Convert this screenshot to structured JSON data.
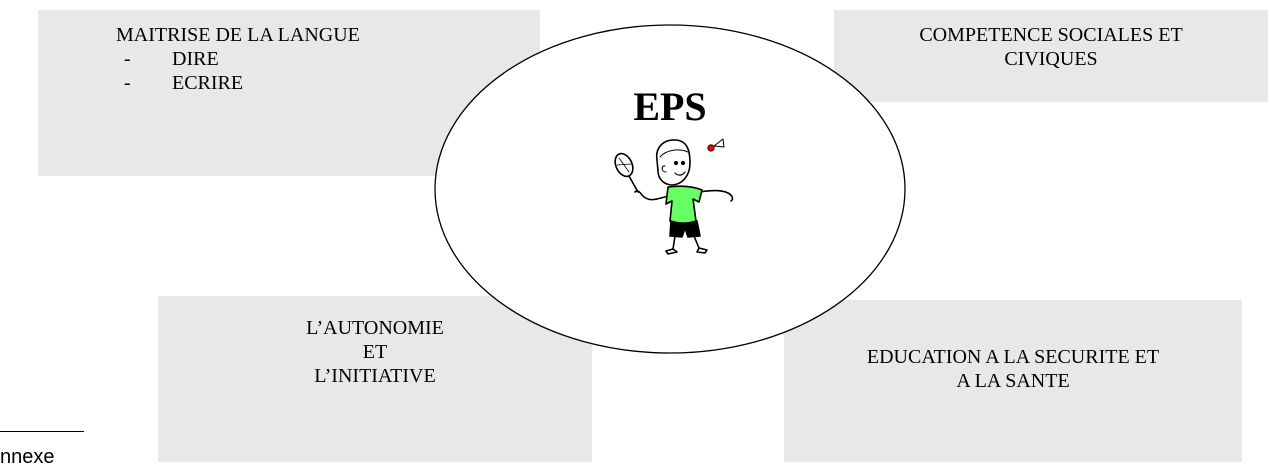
{
  "center": {
    "title": "EPS",
    "figure": "badminton-player-illustration"
  },
  "boxes": {
    "top_left": {
      "heading": "MAITRISE DE LA LANGUE",
      "items": [
        "DIRE",
        "ECRIRE"
      ],
      "bullet": "-"
    },
    "top_right": {
      "lines": [
        "COMPETENCE SOCIALES ET",
        "CIVIQUES"
      ]
    },
    "bottom_left": {
      "lines": [
        "L’AUTONOMIE",
        "ET",
        "L’INITIATIVE"
      ]
    },
    "bottom_right": {
      "lines": [
        "EDUCATION A LA SECURITE ET",
        "A LA SANTE"
      ]
    }
  },
  "footnote": {
    "text": "nnexe"
  },
  "colors": {
    "box_fill": "#e8e8e8",
    "shirt": "#66ff66",
    "shuttle_tip": "#ff0000"
  }
}
